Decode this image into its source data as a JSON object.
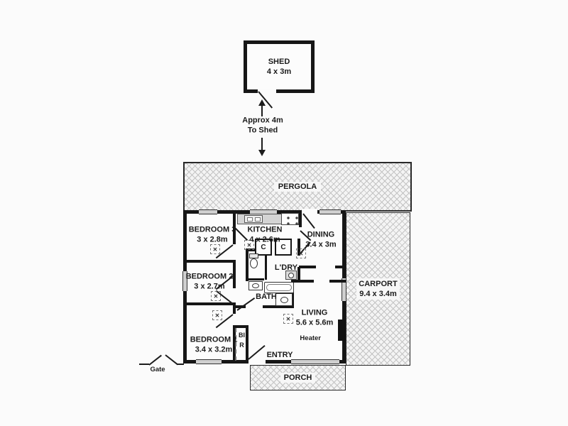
{
  "plan": {
    "shed": {
      "name": "SHED",
      "dims": "4 x 3m"
    },
    "shed_distance": {
      "line1": "Approx 4m",
      "line2": "To Shed"
    },
    "pergola": {
      "name": "PERGOLA"
    },
    "carport": {
      "name": "CARPORT",
      "dims": "9.4 x 3.4m"
    },
    "porch": {
      "name": "PORCH"
    },
    "entry": {
      "name": "ENTRY"
    },
    "gate": {
      "name": "Gate"
    },
    "rooms": {
      "bedroom1": {
        "name": "BEDROOM 1",
        "dims": "3.4 x 3.2m"
      },
      "bedroom2": {
        "name": "BEDROOM 2",
        "dims": "3 x 2.7m"
      },
      "bedroom3": {
        "name": "BEDROOM 3",
        "dims": "3 x 2.8m"
      },
      "kitchen": {
        "name": "KITCHEN",
        "dims": "4 x 2.6m"
      },
      "dining": {
        "name": "DINING",
        "dims": "3.4 x 3m"
      },
      "living": {
        "name": "LIVING",
        "dims": "5.6 x 5.6m"
      },
      "laundry": {
        "name": "L'DRY"
      },
      "bath": {
        "name": "BATH"
      }
    },
    "fixtures": {
      "heater": "Heater",
      "bir": "BIR",
      "closet_a": "C",
      "closet_b": "C"
    },
    "icons": {
      "ceiling_fan": "✕"
    },
    "colors": {
      "wall": "#161616",
      "window": "#cfcfcf",
      "hatch_line": "#c3c3c3"
    }
  }
}
